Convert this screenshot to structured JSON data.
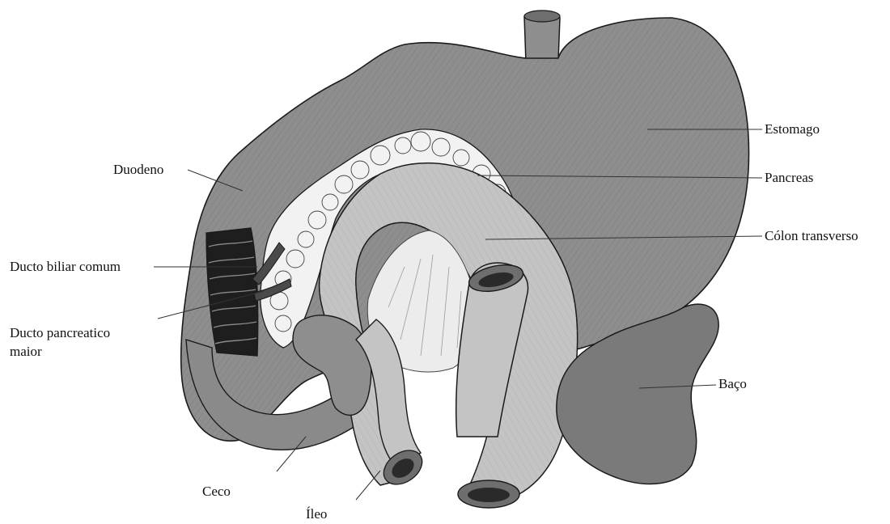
{
  "labels": {
    "estomago": "Estomago",
    "pancreas": "Pancreas",
    "colon": "Cólon transverso",
    "duodeno": "Duodeno",
    "ducto_biliar": "Ducto biliar comum",
    "ducto_pancreatico_1": "Ducto pancreatico",
    "ducto_pancreatico_2": "maior",
    "baco": "Baço",
    "ceco": "Ceco",
    "ileo": "Íleo"
  },
  "colors": {
    "organ_fill": "#8e8e8e",
    "organ_dark": "#6e6e6e",
    "colon_fill": "#c4c4c4",
    "pancreas_fill": "#f2f2f2",
    "spleen_fill": "#7a7a7a",
    "outline": "#1a1a1a",
    "leader": "#333333"
  }
}
